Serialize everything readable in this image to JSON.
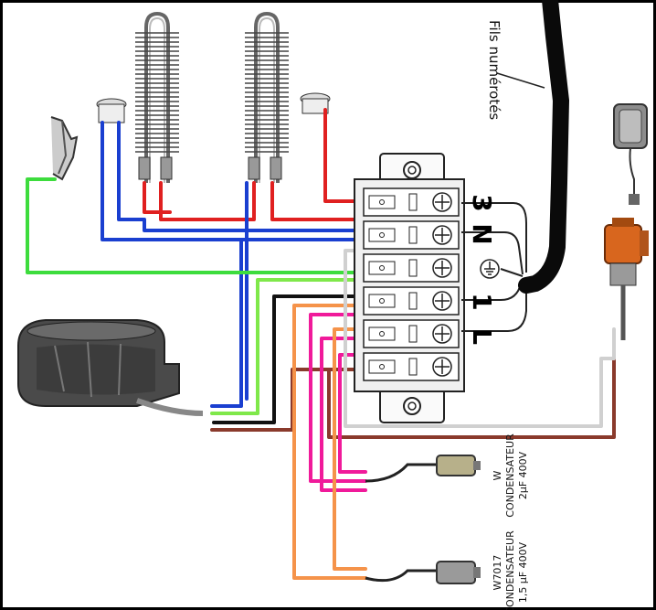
{
  "labels": {
    "wires_note": "Fils numérotés",
    "terminal_3": "3",
    "terminal_n": "N",
    "terminal_1": "1",
    "terminal_l": "L",
    "cap1_name": "W",
    "cap1_title": "CONDENSATEUR",
    "cap1_rating": "2µF 400V",
    "cap2_name": "W7017",
    "cap2_title": "CONDENSATEUR",
    "cap2_rating": "1,5 µF 400V"
  },
  "wire_colors": {
    "red": "#e02020",
    "blue": "#1a3fd0",
    "green": "#3ddc3d",
    "lightgreen": "#7fe84a",
    "black": "#111111",
    "pink": "#f01a9a",
    "orange": "#f5934a",
    "brown": "#8a3a2c",
    "grey": "#d0d0d0",
    "cable": "#0a0a0a"
  }
}
